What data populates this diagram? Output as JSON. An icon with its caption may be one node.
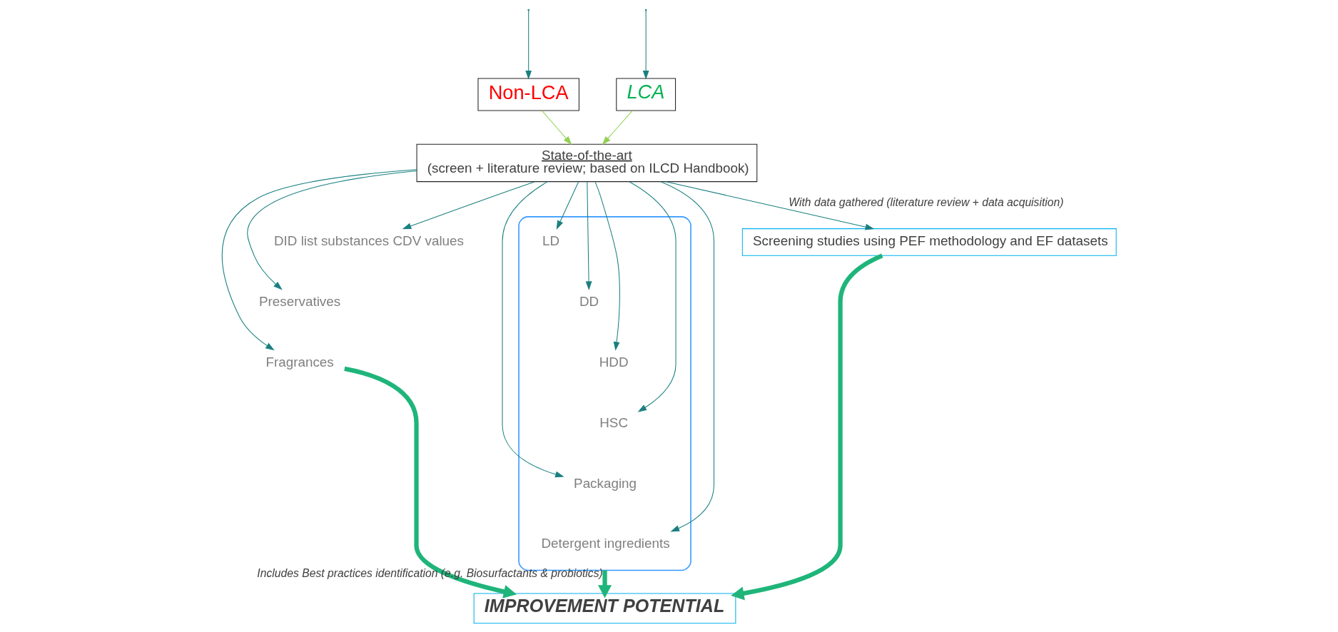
{
  "diagram": {
    "nodes": [
      {
        "text": [
          "Non-LCA"
        ]
      },
      {
        "text": [
          "LCA"
        ]
      },
      {
        "text": [
          "State-of-the-art",
          "(screen + literature review; based on ILCD Handbook)"
        ]
      },
      {
        "text": [
          "DID list substances CDV values"
        ]
      },
      {
        "text": [
          "Preservatives"
        ]
      },
      {
        "text": [
          "Fragrances"
        ]
      },
      {
        "text": [],
        "shape": "box"
      },
      {
        "text": [
          "LD"
        ],
        "in": 6
      },
      {
        "text": [
          "DD"
        ],
        "in": 6
      },
      {
        "text": [
          "HDD"
        ],
        "in": 6
      },
      {
        "text": [
          "HSC"
        ],
        "in": 6
      },
      {
        "text": [
          "Packaging"
        ],
        "in": 6
      },
      {
        "text": [
          "Detergent ingredients"
        ],
        "in": 6
      },
      {
        "text": [
          "Screening studies using PEF methodology and EF datasets"
        ]
      },
      {
        "text": [
          "IMPROVEMENT POTENTIAL"
        ]
      }
    ],
    "edges": [
      {
        "from": null,
        "to": 0,
        "arrow": "to"
      },
      {
        "from": null,
        "to": 1,
        "arrow": "to"
      },
      {
        "from": 0,
        "to": 2,
        "arrow": "to",
        "color": "#92d050"
      },
      {
        "from": 1,
        "to": 2,
        "arrow": "to",
        "color": "#92d050"
      },
      {
        "from": 2,
        "to": 3,
        "arrow": "to"
      },
      {
        "from": 2,
        "to": 4,
        "arrow": "to"
      },
      {
        "from": 2,
        "to": 5,
        "arrow": "to"
      },
      {
        "from": 2,
        "to": 7,
        "arrow": "to"
      },
      {
        "from": 2,
        "to": 8,
        "arrow": "to"
      },
      {
        "from": 2,
        "to": 9,
        "arrow": "to"
      },
      {
        "from": 2,
        "to": 10,
        "arrow": "to"
      },
      {
        "from": 2,
        "to": 11,
        "arrow": "to"
      },
      {
        "from": 2,
        "to": 12,
        "arrow": "to"
      },
      {
        "from": 2,
        "to": 13,
        "arrow": "to",
        "label": "With data gathered (literature review + data acquisition)"
      },
      {
        "from": 5,
        "to": 14,
        "arrow": "to",
        "style": "thick",
        "color": "#1fb57a"
      },
      {
        "from": 13,
        "to": 14,
        "arrow": "to",
        "style": "thick",
        "color": "#1fb57a"
      },
      {
        "from": 6,
        "to": 14,
        "arrow": "to",
        "style": "thick",
        "color": "#1fb57a",
        "label": "Includes Best practices identification (e.g. Biosurfactants & probiotics)"
      }
    ]
  }
}
